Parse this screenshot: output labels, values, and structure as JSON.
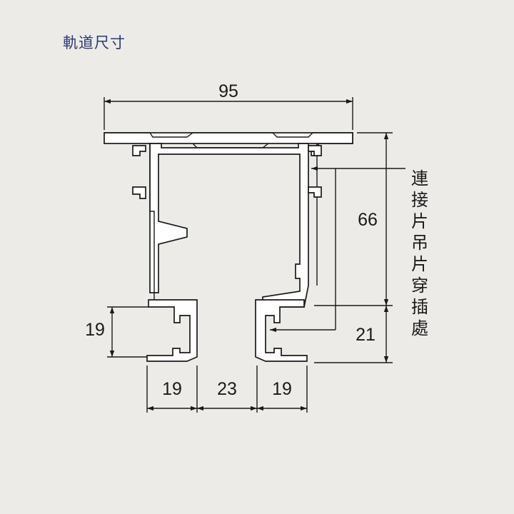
{
  "title": "軌道尺寸",
  "dimensions": {
    "overall_width": "95",
    "overall_height": "66",
    "lower_height": "21",
    "flange_height": "19",
    "left_flange_width": "19",
    "gap_width": "23",
    "right_flange_width": "19"
  },
  "callout": {
    "chars": [
      "連",
      "接",
      "片",
      "吊",
      "片",
      "穿",
      "插",
      "處"
    ]
  },
  "colors": {
    "background": "#ecebe8",
    "line": "#1a1a1a",
    "title": "#2e3a6e"
  }
}
